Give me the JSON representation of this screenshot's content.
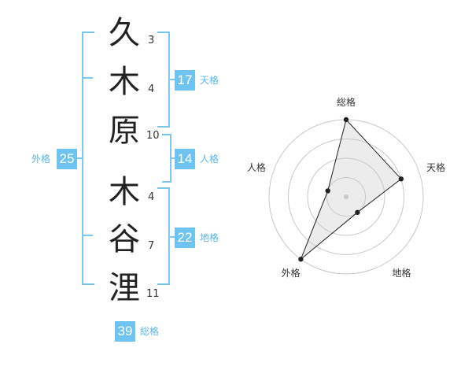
{
  "name": {
    "chars": [
      {
        "char": "久",
        "strokes": "3"
      },
      {
        "char": "木",
        "strokes": "4"
      },
      {
        "char": "原",
        "strokes": "10"
      },
      {
        "char": "木",
        "strokes": "4"
      },
      {
        "char": "谷",
        "strokes": "7"
      },
      {
        "char": "浬",
        "strokes": "11"
      }
    ]
  },
  "scores": {
    "tenkaku": {
      "value": "17",
      "label": "天格"
    },
    "jinkaku": {
      "value": "14",
      "label": "人格"
    },
    "chikaku": {
      "value": "22",
      "label": "地格"
    },
    "gaikaku": {
      "value": "25",
      "label": "外格"
    },
    "soukaku": {
      "value": "39",
      "label": "総格"
    }
  },
  "colors": {
    "accent": "#6fc3f0",
    "bracket": "#7ec8f0"
  },
  "chart_data": {
    "type": "radar",
    "axes": [
      "総格",
      "天格",
      "地格",
      "外格",
      "人格"
    ],
    "rings": 4,
    "max": 4,
    "values": [
      4,
      3,
      1,
      4,
      1
    ]
  }
}
